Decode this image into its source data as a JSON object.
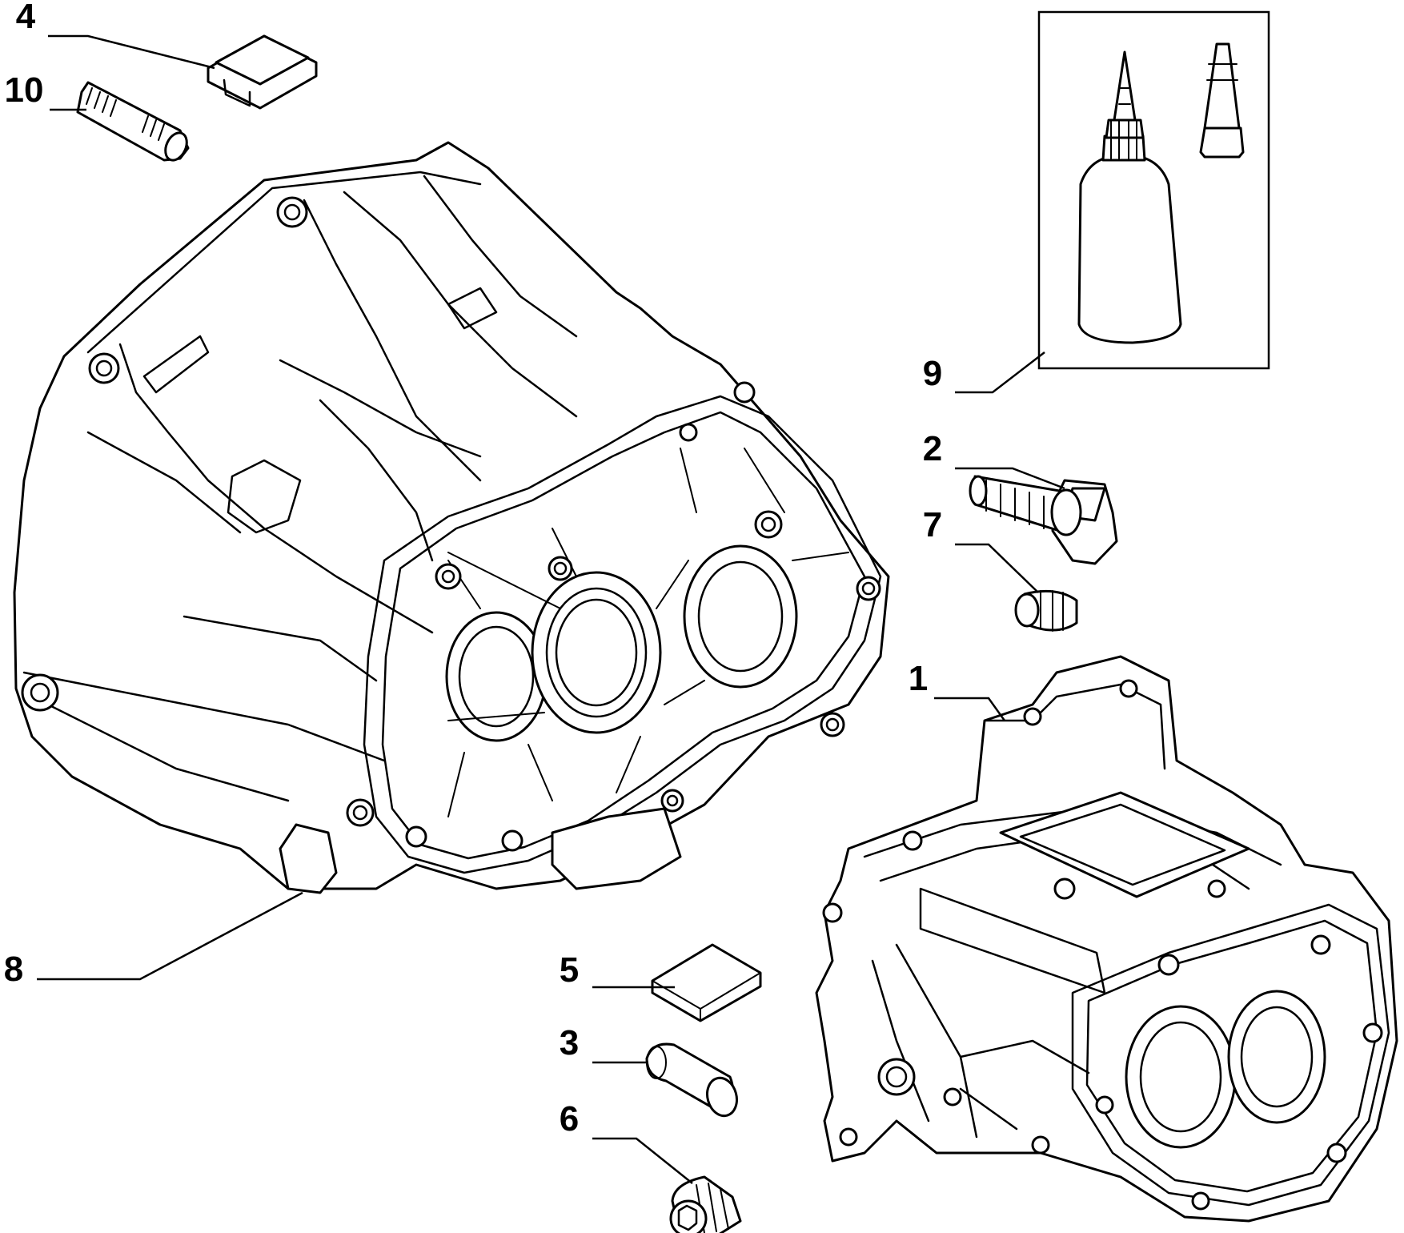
{
  "callouts": [
    {
      "id": "1",
      "label": "1",
      "part": "gearbox-rear-casing"
    },
    {
      "id": "2",
      "label": "2",
      "part": "hex-bolt"
    },
    {
      "id": "3",
      "label": "3",
      "part": "dowel-sleeve"
    },
    {
      "id": "4",
      "label": "4",
      "part": "square-cap-plug"
    },
    {
      "id": "5",
      "label": "5",
      "part": "flat-gasket-plate"
    },
    {
      "id": "6",
      "label": "6",
      "part": "threaded-drain-plug"
    },
    {
      "id": "7",
      "label": "7",
      "part": "threaded-plug"
    },
    {
      "id": "8",
      "label": "8",
      "part": "clutch-bell-housing"
    },
    {
      "id": "9",
      "label": "9",
      "part": "sealant-bottle-kit"
    },
    {
      "id": "10",
      "label": "10",
      "part": "threaded-stud"
    }
  ]
}
